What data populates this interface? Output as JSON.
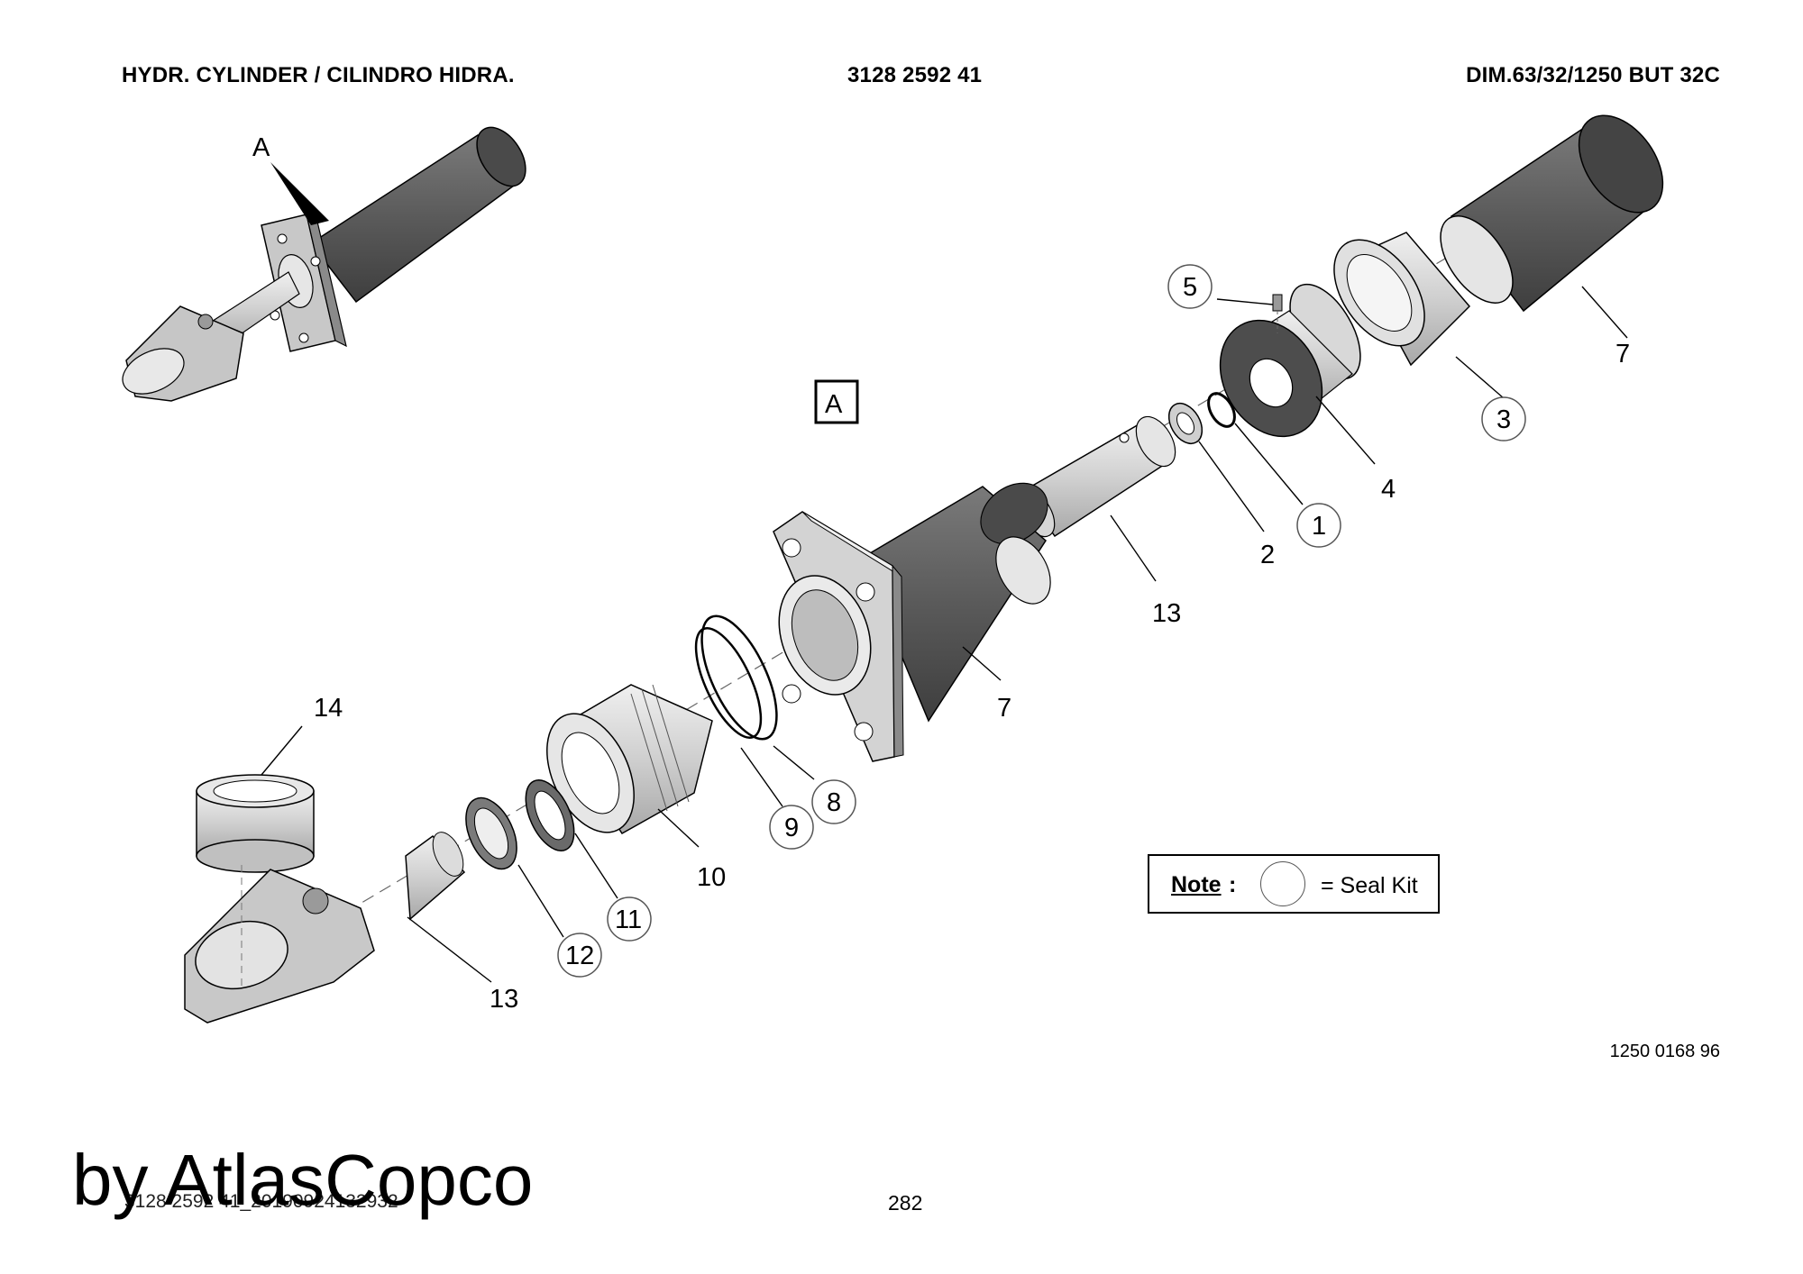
{
  "header": {
    "title": "HYDR. CYLINDER / CILINDRO HIDRA.",
    "part_number": "3128 2592 41",
    "dimension": "DIM.63/32/1250 BUT 32C"
  },
  "view_labels": {
    "view_arrow": "A",
    "view_box": "A"
  },
  "callouts": {
    "c1": "1",
    "c2": "2",
    "c3": "3",
    "c4": "4",
    "c5": "5",
    "c7a": "7",
    "c7b": "7",
    "c8": "8",
    "c9": "9",
    "c10": "10",
    "c11": "11",
    "c12": "12",
    "c13a": "13",
    "c13b": "13",
    "c14": "14"
  },
  "note": {
    "label": "Note",
    "colon": ":",
    "text": "= Seal Kit"
  },
  "drawing_code": "1250 0168 96",
  "watermark": "by AtlasCopco",
  "footer": {
    "file": "3128 2592 41_20190924132932",
    "page": "282"
  },
  "colors": {
    "body": "#5f5f5f",
    "metal": "#d4d4d4",
    "metal_dark": "#a9a9a9",
    "line": "#000000"
  }
}
